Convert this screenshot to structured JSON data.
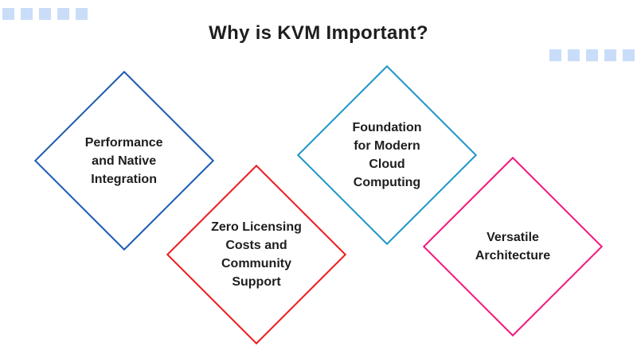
{
  "header": {
    "title": "Why is KVM Important?"
  },
  "text_color": "#1e1e1e",
  "decor": {
    "square_color": "#c9ddf8",
    "top_left_count": 5,
    "right_count": 5
  },
  "diamonds": [
    {
      "id": "performance-native-integration",
      "label": "Performance\nand Native\nIntegration",
      "border_color": "#1b5cb4"
    },
    {
      "id": "zero-licensing-community-support",
      "label": "Zero Licensing\nCosts and\nCommunity\nSupport",
      "border_color": "#ee1b1e"
    },
    {
      "id": "foundation-modern-cloud-computing",
      "label": "Foundation\nfor Modern\nCloud\nComputing",
      "border_color": "#1e96c8"
    },
    {
      "id": "versatile-architecture",
      "label": "Versatile\nArchitecture",
      "border_color": "#f2177c"
    }
  ]
}
